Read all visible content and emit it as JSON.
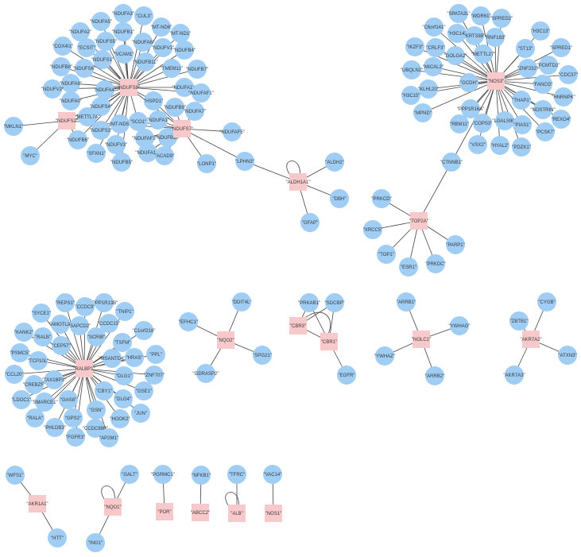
{
  "colors": {
    "gene": "#9fcdf3",
    "hub": "#f8c9cb",
    "edge": "#444444",
    "text": "#3a3a3a"
  },
  "networks": [
    {
      "name": "ndufs-cluster",
      "hubs": [
        {
          "id": "NDUFS2",
          "label": "\"NDUFS2\""
        },
        {
          "id": "NDUFS7",
          "label": "\"NDUFS7\""
        },
        {
          "id": "NDUFS8",
          "label": "\"NDUFS8\""
        }
      ],
      "genes": [
        {
          "id": "NDUFA3",
          "label": "\"NDUFA3\""
        },
        {
          "id": "CUL3",
          "label": "\"CUL3\""
        },
        {
          "id": "NDUFA5",
          "label": "\"NDUFA5\""
        },
        {
          "id": "NDUFB1",
          "label": "\"NDUFB1\""
        },
        {
          "id": "MT-ND6",
          "label": "\"MT-ND6\""
        },
        {
          "id": "NDUFA2",
          "label": "\"NDUFA2\""
        },
        {
          "id": "MT-ND1",
          "label": "\"MT-ND1\""
        },
        {
          "id": "NDUFS5",
          "label": "\"NDUFS5\""
        },
        {
          "id": "NDUFA6",
          "label": "\"NDUFA6\""
        },
        {
          "id": "COX4I1",
          "label": "\"COX4I1\""
        },
        {
          "id": "ECSIT",
          "label": "\"ECSIT\""
        },
        {
          "id": "VCAM1",
          "label": "\"VCAM1\""
        },
        {
          "id": "NDUFV1",
          "label": "\"NDUFV1\""
        },
        {
          "id": "NDUFB4",
          "label": "\"NDUFB4\""
        },
        {
          "id": "NDUFS1",
          "label": "\"NDUFS1\""
        },
        {
          "id": "NDUFB8",
          "label": "\"NDUFB8\""
        },
        {
          "id": "NDUFS6",
          "label": "\"NDUFS6\""
        },
        {
          "id": "NDUFB11",
          "label": "\"NDUFB11\""
        },
        {
          "id": "NDUFB7",
          "label": "\"NDUFB7\""
        },
        {
          "id": "TMEM11",
          "label": "\"TMEM11\""
        },
        {
          "id": "NDUFA9",
          "label": "\"NDUFA9\""
        },
        {
          "id": "NDUFV2",
          "label": "\"NDUFV2\""
        },
        {
          "id": "NDUFA4",
          "label": "\"NDUFA4\""
        },
        {
          "id": "NDUFA13",
          "label": "\"NDUFA13\""
        },
        {
          "id": "NDUFA0",
          "label": "\"NDUFA0\""
        },
        {
          "id": "HSPD1",
          "label": "\"HSPD1\""
        },
        {
          "id": "NDUFAF1",
          "label": "\"NDUFAF1\""
        },
        {
          "id": "NDUFB9",
          "label": "\"NDUFB9\""
        },
        {
          "id": "NDUFS4",
          "label": "\"NDUFS4\""
        },
        {
          "id": "NDUFA7",
          "label": "\"NDUFA7\""
        },
        {
          "id": "METTL7A",
          "label": "\"METTL7A\""
        },
        {
          "id": "MKLN1",
          "label": "\"MKLN1\""
        },
        {
          "id": "NDUFS3",
          "label": "\"NDUFS3\""
        },
        {
          "id": "MT-ND5",
          "label": "\"MT-ND5\""
        },
        {
          "id": "NDUFA1",
          "label": "\"NDUFA1\""
        },
        {
          "id": "SCO1",
          "label": "\"SCO1\""
        },
        {
          "id": "NDUFAF5",
          "label": "\"NDUFAF5\""
        },
        {
          "id": "NDUFB6",
          "label": "\"NDUFB6\""
        },
        {
          "id": "NDUFV3",
          "label": "\"NDUFV3\""
        },
        {
          "id": "NDUFAF3",
          "label": "\"NDUFAF3\""
        },
        {
          "id": "NDUFB10",
          "label": "\"NDUFB10\""
        },
        {
          "id": "SFXN1",
          "label": "\"SFXN1\""
        },
        {
          "id": "NDUFA12",
          "label": "\"NDUFA12\""
        },
        {
          "id": "ACAD9",
          "label": "\"ACAD9\""
        },
        {
          "id": "MYC",
          "label": "\"MYC\""
        },
        {
          "id": "NDUFB5",
          "label": "\"NDUFB5\""
        },
        {
          "id": "LONP1",
          "label": "\"LONP1\""
        },
        {
          "id": "LPHN3",
          "label": "\"LPHN3\""
        }
      ]
    },
    {
      "name": "aldh1a1-network",
      "hubs": [
        {
          "id": "ALDH1A1",
          "label": "\"ALDH1A1\""
        }
      ],
      "genes": [
        {
          "id": "ALDH2",
          "label": "\"ALDH2\""
        },
        {
          "id": "DBH",
          "label": "\"DBH\""
        },
        {
          "id": "GFAP",
          "label": "\"GFAP\""
        }
      ]
    },
    {
      "name": "nos3-network",
      "hubs": [
        {
          "id": "NOS3",
          "label": "\"NOS3\""
        }
      ],
      "genes": [
        {
          "id": "SPATA2L",
          "label": "\"SPATA2L\""
        },
        {
          "id": "WDR61",
          "label": "\"WDR61\""
        },
        {
          "id": "SPRED2",
          "label": "\"SPRED2\""
        },
        {
          "id": "C6orf141",
          "label": "\"C6orf141\""
        },
        {
          "id": "H3C14",
          "label": "\"H3C14\""
        },
        {
          "id": "KRT33B",
          "label": "\"KRT33B\""
        },
        {
          "id": "RNF183",
          "label": "\"RNF183\""
        },
        {
          "id": "H3C13",
          "label": "\"H3C13\""
        },
        {
          "id": "IKZF3",
          "label": "\"IKZF3\""
        },
        {
          "id": "CRLF3",
          "label": "\"CRLF3\""
        },
        {
          "id": "GOLGA2",
          "label": "\"GOLGA2\""
        },
        {
          "id": "METTL27",
          "label": "\"METTL27\""
        },
        {
          "id": "ST13",
          "label": "\"ST13\""
        },
        {
          "id": "SPRED1",
          "label": "\"SPRED1\""
        },
        {
          "id": "PCMTD2",
          "label": "\"PCMTD2\""
        },
        {
          "id": "UBQLN2",
          "label": "\"UBQLN2\""
        },
        {
          "id": "MICAL2",
          "label": "\"MICAL2\""
        },
        {
          "id": "ZNF232",
          "label": "\"ZNF232\""
        },
        {
          "id": "CDC37",
          "label": "\"CDC37\""
        },
        {
          "id": "KLHL20",
          "label": "\"KLHL20\""
        },
        {
          "id": "GCDH",
          "label": "\"GCDH\""
        },
        {
          "id": "FANCG",
          "label": "\"FANCG\""
        },
        {
          "id": "H3C15",
          "label": "\"H3C15\""
        },
        {
          "id": "HNRNPK",
          "label": "\"HNRNPK\""
        },
        {
          "id": "PPP1R16A",
          "label": "\"PPP1R16A\""
        },
        {
          "id": "THAP1",
          "label": "\"THAP1\""
        },
        {
          "id": "MPND",
          "label": "\"MPND\""
        },
        {
          "id": "NOSTRIN",
          "label": "\"NOSTRIN\""
        },
        {
          "id": "REXO4",
          "label": "\"REXO4\""
        },
        {
          "id": "RBM11",
          "label": "\"RBM11\""
        },
        {
          "id": "COPS3",
          "label": "\"COPS3\""
        },
        {
          "id": "LGALS9C",
          "label": "\"LGALS9C\""
        },
        {
          "id": "PIAS1",
          "label": "\"PIAS1\""
        },
        {
          "id": "PCSK7",
          "label": "\"PCSK7\""
        },
        {
          "id": "VSX2",
          "label": "\"VSX2\""
        },
        {
          "id": "HYAL2",
          "label": "\"HYAL2\""
        },
        {
          "id": "PDZK1",
          "label": "\"PDZK1\""
        },
        {
          "id": "CTNNB1",
          "label": "\"CTNNB1\""
        }
      ]
    },
    {
      "name": "top2a-network",
      "hubs": [
        {
          "id": "TOP2A",
          "label": "\"TOP2A\""
        }
      ],
      "genes": [
        {
          "id": "PRKCD",
          "label": "\"PRKCD\""
        },
        {
          "id": "XRCC5",
          "label": "\"XRCC5\""
        },
        {
          "id": "PARP1",
          "label": "\"PARP1\""
        },
        {
          "id": "TOP1",
          "label": "\"TOP1\""
        },
        {
          "id": "ESR1",
          "label": "\"ESR1\""
        },
        {
          "id": "PRKDC",
          "label": "\"PRKDC\""
        }
      ]
    },
    {
      "name": "ralbp1-network",
      "hubs": [
        {
          "id": "RALBP1",
          "label": "\"RALBP1\""
        }
      ],
      "genes": [
        {
          "id": "REPS1",
          "label": "\"REPS1\""
        },
        {
          "id": "PPP1R13B",
          "label": "\"PPP1R13B\""
        },
        {
          "id": "CCDC9",
          "label": "\"CCDC9\""
        },
        {
          "id": "SYCE1",
          "label": "\"SYCE1\""
        },
        {
          "id": "AMOTL2",
          "label": "\"AMOTL2\""
        },
        {
          "id": "SAPCD2",
          "label": "\"SAPCD2\""
        },
        {
          "id": "TNIP1",
          "label": "\"TNIP1\""
        },
        {
          "id": "CCDC13",
          "label": "\"CCDC13\""
        },
        {
          "id": "RALB",
          "label": "\"RALB\""
        },
        {
          "id": "KANK2",
          "label": "\"KANK2\""
        },
        {
          "id": "SCRIB",
          "label": "\"SCRIB\""
        },
        {
          "id": "C1orf216",
          "label": "\"C1orf216\""
        },
        {
          "id": "CEP57",
          "label": "\"CEP57\""
        },
        {
          "id": "TSFM",
          "label": "\"TSFM\""
        },
        {
          "id": "PSMC5",
          "label": "\"PSMC5\""
        },
        {
          "id": "TCP10L",
          "label": "\"TCP10L\""
        },
        {
          "id": "MSANTD4",
          "label": "\"MSANTD4\""
        },
        {
          "id": "HRAS",
          "label": "\"HRAS\""
        },
        {
          "id": "PPL",
          "label": "\"PPL\""
        },
        {
          "id": "TAX1BP3",
          "label": "\"TAX1BP3\""
        },
        {
          "id": "CCL20",
          "label": "\"CCL20\""
        },
        {
          "id": "DLG1",
          "label": "\"DLG1\""
        },
        {
          "id": "ZNF707",
          "label": "\"ZNF707\""
        },
        {
          "id": "CREBZF",
          "label": "\"CREBZF\""
        },
        {
          "id": "GSE1",
          "label": "\"GSE1\""
        },
        {
          "id": "CBY1",
          "label": "\"CBY1\""
        },
        {
          "id": "LDOC1",
          "label": "\"LDOC1\""
        },
        {
          "id": "GAS8",
          "label": "\"GAS8\""
        },
        {
          "id": "SMARCE1",
          "label": "\"SMARCE1\""
        },
        {
          "id": "DLG4",
          "label": "\"DLG4\""
        },
        {
          "id": "RALA",
          "label": "\"RALA\""
        },
        {
          "id": "GSN",
          "label": "\"GSN\""
        },
        {
          "id": "JUN",
          "label": "\"JUN\""
        },
        {
          "id": "PHLDB3",
          "label": "\"PHLDB3\""
        },
        {
          "id": "GPS2",
          "label": "\"GPS2\""
        },
        {
          "id": "HOOK2",
          "label": "\"HOOK2\""
        },
        {
          "id": "CCDC88B",
          "label": "\"CCDC88B\""
        },
        {
          "id": "FGFR3",
          "label": "\"FGFR3\""
        },
        {
          "id": "AP2M1",
          "label": "\"AP2M1\""
        }
      ]
    },
    {
      "name": "nqo2-network",
      "hubs": [
        {
          "id": "NQO2",
          "label": "\"NQO2\""
        }
      ],
      "genes": [
        {
          "id": "DDIT4L",
          "label": "\"DDIT4L\""
        },
        {
          "id": "EFHC1",
          "label": "\"EFHC1\""
        },
        {
          "id": "SPG21",
          "label": "\"SPG21\""
        },
        {
          "id": "GDRASP2",
          "label": "\"GDRASP2\""
        }
      ]
    },
    {
      "name": "cbr-network",
      "hubs": [
        {
          "id": "CBR3",
          "label": "\"CBR3\""
        },
        {
          "id": "CBR1",
          "label": "\"CBR1\""
        }
      ],
      "genes": [
        {
          "id": "PRKAB1",
          "label": "\"PRKAB1\""
        },
        {
          "id": "SDCBP",
          "label": "\"SDCBP\""
        },
        {
          "id": "EGFR",
          "label": "\"EGFR\""
        }
      ]
    },
    {
      "name": "nolc1-network",
      "hubs": [
        {
          "id": "NOLC1",
          "label": "\"NOLC1\""
        }
      ],
      "genes": [
        {
          "id": "ARRB1",
          "label": "\"ARRB1\""
        },
        {
          "id": "YWHAG",
          "label": "\"YWHAG\""
        },
        {
          "id": "YWHAZ",
          "label": "\"YWHAZ\""
        },
        {
          "id": "ARRB2",
          "label": "\"ARRB2\""
        }
      ]
    },
    {
      "name": "akr7a2-network",
      "hubs": [
        {
          "id": "AKR7A2",
          "label": "\"AKR7A2\""
        }
      ],
      "genes": [
        {
          "id": "CYGB",
          "label": "\"CYGB\""
        },
        {
          "id": "ZBTB1",
          "label": "\"ZBTB1\""
        },
        {
          "id": "ATXN3",
          "label": "\"ATXN3\""
        },
        {
          "id": "AKR7A3",
          "label": "\"AKR7A3\""
        }
      ]
    },
    {
      "name": "akr1a1-network",
      "hubs": [
        {
          "id": "AKR1A1",
          "label": "\"AKR1A1\""
        }
      ],
      "genes": [
        {
          "id": "WFS1",
          "label": "\"WFS1\""
        },
        {
          "id": "HTT",
          "label": "\"HTT\""
        }
      ]
    },
    {
      "name": "nqo1-network",
      "hubs": [
        {
          "id": "NQO1",
          "label": "\"NQO1\""
        }
      ],
      "genes": [
        {
          "id": "GALT",
          "label": "\"GALT\""
        },
        {
          "id": "ING1",
          "label": "\"ING1\""
        }
      ]
    },
    {
      "name": "por-network",
      "hubs": [
        {
          "id": "POR",
          "label": "\"POR\""
        }
      ],
      "genes": [
        {
          "id": "PGRMC1",
          "label": "\"PGRMC1\""
        }
      ]
    },
    {
      "name": "abcc2-network",
      "hubs": [
        {
          "id": "ABCC2",
          "label": "\"ABCC2\""
        }
      ],
      "genes": [
        {
          "id": "NFKB1",
          "label": "\"NFKB1\""
        }
      ]
    },
    {
      "name": "alb-network",
      "hubs": [
        {
          "id": "ALB",
          "label": "\"ALB\""
        }
      ],
      "genes": [
        {
          "id": "TFRC",
          "label": "\"TFRC\""
        }
      ]
    },
    {
      "name": "nos1-network",
      "hubs": [
        {
          "id": "NOS1",
          "label": "\"NOS1\""
        }
      ],
      "genes": [
        {
          "id": "VAC14",
          "label": "\"VAC14\""
        }
      ]
    }
  ]
}
